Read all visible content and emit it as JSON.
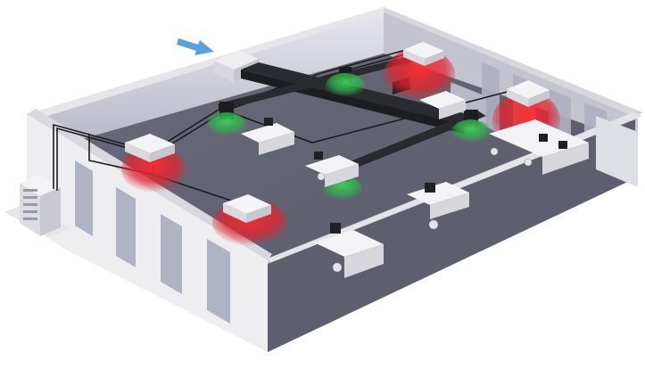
{
  "colors": {
    "floor": "#5f6170",
    "floor_edge": "#4a4c59",
    "wall_top": "#dcdbe1",
    "wall_front": "#ecebee",
    "wall_inner": "#c9c8d2",
    "glass": "#b9bccb",
    "duct": "#222326",
    "pipe": "#1b1c1f",
    "unit": "#f0f0f2",
    "heat_zone": "#e2242f",
    "cool_zone": "#2fb54a",
    "airflow_arrow": "#5aa0dc",
    "desk": "#f3f3f5",
    "monitor": "#1f2024"
  },
  "equipment": {
    "outdoor_unit": "outdoor-condensing-unit",
    "indoor_units": [
      "cassette-unit",
      "cassette-unit",
      "cassette-unit",
      "cassette-unit"
    ],
    "ventilation": "fresh-air-duct-with-diffusers",
    "fresh_air_inlet": "airflow-arrow"
  },
  "zones": {
    "heating_count": 4,
    "cooling_count": 4
  },
  "furniture": {
    "desk_groups": 6
  }
}
